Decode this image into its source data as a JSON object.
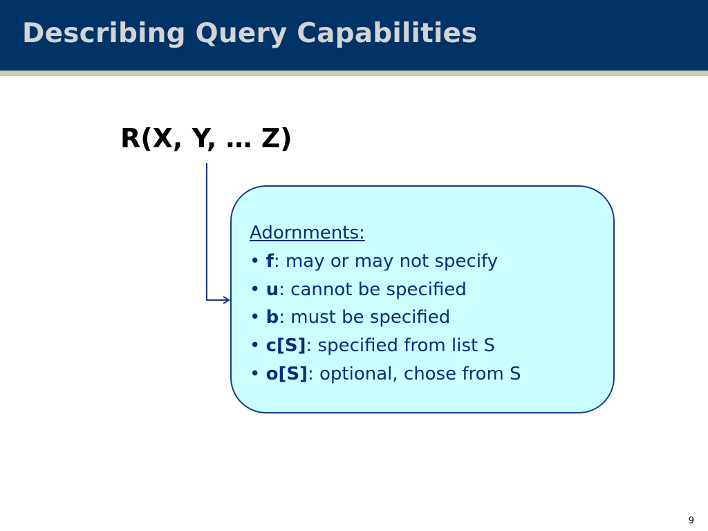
{
  "slide": {
    "title": "Describing Query Capabilities",
    "relation": "R(X, Y, … Z)",
    "page_number": "9"
  },
  "adornments": {
    "heading": "Adornments:",
    "bullet_symbol": "•",
    "items": [
      {
        "term": "f",
        "text": ": may or may not specify"
      },
      {
        "term": "u",
        "text": ": cannot be specified"
      },
      {
        "term": "b",
        "text": ": must be specified"
      },
      {
        "term": "c[S]",
        "text": ": specified from list S"
      },
      {
        "term": "o[S]",
        "text": ": optional, chose from S"
      }
    ]
  },
  "colors": {
    "header_bg": "#003366",
    "title_text": "#d4d4d4",
    "header_stripe": "#c9cdaa",
    "box_fill": "#ccffff",
    "box_border": "#1a3a8c",
    "box_text": "#0d2a7a",
    "connector": "#1a3a8c"
  }
}
